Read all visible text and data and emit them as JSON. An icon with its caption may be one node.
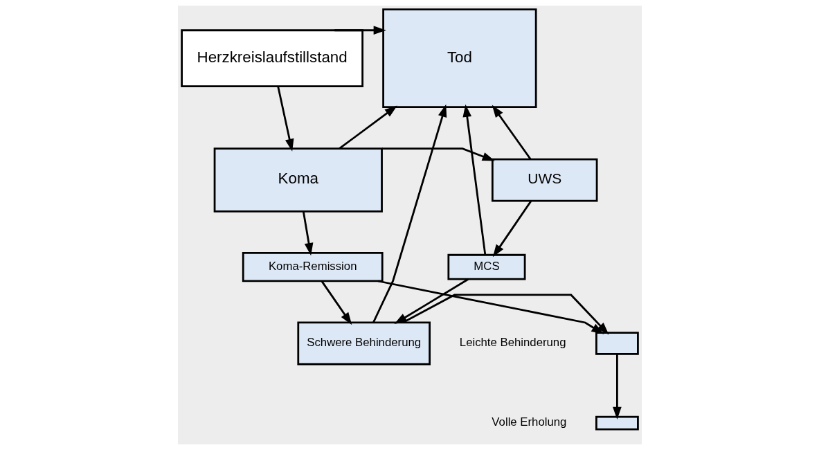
{
  "diagram": {
    "nodes": [
      {
        "text": [
          "Herzkreislaufstillstand"
        ]
      },
      {
        "text": [
          "Tod"
        ]
      },
      {
        "text": [
          "Koma"
        ]
      },
      {
        "text": [
          "UWS"
        ]
      },
      {
        "text": [
          "MCS"
        ]
      },
      {
        "text": [
          "Koma-Remission"
        ]
      },
      {
        "text": [
          "Schwere Behinderung"
        ]
      },
      {
        "text": [],
        "shape": "box",
        "beside": [
          "Leichte Behinderung"
        ]
      },
      {
        "text": [],
        "shape": "box",
        "beside": [
          "Volle Erholung"
        ]
      }
    ],
    "edges": [
      {
        "from": 0,
        "to": 1,
        "arrow": "to"
      },
      {
        "from": 0,
        "to": 2,
        "arrow": "to"
      },
      {
        "from": 2,
        "to": 1,
        "arrow": "to"
      },
      {
        "from": 2,
        "to": 3,
        "arrow": "to"
      },
      {
        "from": 3,
        "to": 1,
        "arrow": "to"
      },
      {
        "from": 4,
        "to": 1,
        "arrow": "to"
      },
      {
        "from": 6,
        "to": 1,
        "arrow": "to"
      },
      {
        "from": 3,
        "to": 4,
        "arrow": "to"
      },
      {
        "from": 2,
        "to": 5,
        "arrow": "to"
      },
      {
        "from": 5,
        "to": 7,
        "arrow": "to"
      },
      {
        "from": 5,
        "to": 6,
        "arrow": "to"
      },
      {
        "from": 4,
        "to": 6,
        "arrow": "to"
      },
      {
        "from": 6,
        "to": 7,
        "arrow": "to"
      },
      {
        "from": 7,
        "to": 8,
        "arrow": "to"
      }
    ]
  }
}
